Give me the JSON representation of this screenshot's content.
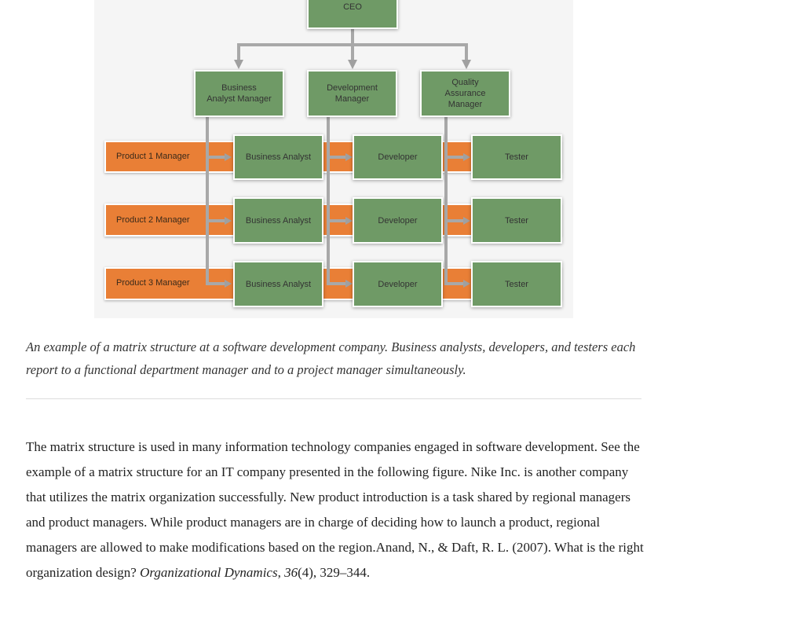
{
  "figure": {
    "ceo": "CEO",
    "functional_managers": [
      "Business Analyst Manager",
      "Development Manager",
      "Quality Assurance Manager"
    ],
    "product_managers": [
      "Product 1 Manager",
      "Product 2 Manager",
      "Product 3 Manager"
    ],
    "roles": [
      "Business Analyst",
      "Developer",
      "Tester"
    ],
    "colors": {
      "functional": "#6f9a66",
      "product": "#e97f36",
      "connector": "#a8a8a8"
    }
  },
  "caption": "An example of a matrix structure at a software development company. Business analysts, developers, and testers each report to a functional department manager and to a project manager simultaneously.",
  "body": {
    "text": "The matrix structure is used in many information technology companies engaged in software development. See the example of a matrix structure for an IT company presented in the following figure. Nike Inc. is another company that utilizes the matrix organization successfully. New product introduction is a task shared by regional managers and product managers. While product managers are in charge of deciding how to launch a product, regional managers are allowed to make modifications based on the region.Anand, N., & Daft, R. L. (2007). What is the right organization design? ",
    "journal": "Organizational Dynamics",
    "sep": ", ",
    "volume": "36",
    "issue_pages": "(4), 329–344."
  }
}
